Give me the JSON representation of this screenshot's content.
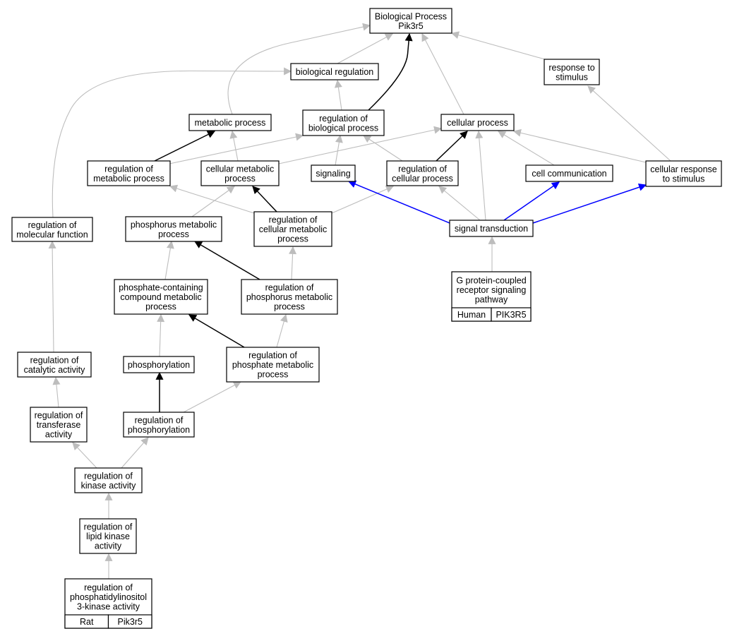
{
  "diagram": {
    "type": "directed-acyclic-graph",
    "colors": {
      "regular_edge": "#bdbdbd",
      "highlight_edge": "#000000",
      "signal_edge": "#0000ff",
      "human_fill": "#ff6347",
      "rat_fill": "#ffd700"
    },
    "nodes": [
      {
        "id": "bp",
        "label": [
          "Biological Process",
          "Pik3r5"
        ]
      },
      {
        "id": "resp",
        "label": [
          "response to",
          "stimulus"
        ]
      },
      {
        "id": "bioreg",
        "label": [
          "biological regulation"
        ]
      },
      {
        "id": "metab",
        "label": [
          "metabolic process"
        ]
      },
      {
        "id": "regbio",
        "label": [
          "regulation of",
          "biological process"
        ]
      },
      {
        "id": "cellproc",
        "label": [
          "cellular process"
        ]
      },
      {
        "id": "regmetab",
        "label": [
          "regulation of",
          "metabolic process"
        ]
      },
      {
        "id": "cellmetab",
        "label": [
          "cellular metabolic",
          "process"
        ]
      },
      {
        "id": "signaling",
        "label": [
          "signaling"
        ]
      },
      {
        "id": "regcell",
        "label": [
          "regulation of",
          "cellular process"
        ]
      },
      {
        "id": "cellcomm",
        "label": [
          "cell communication"
        ]
      },
      {
        "id": "cellresp",
        "label": [
          "cellular response",
          "to stimulus"
        ]
      },
      {
        "id": "regmolfun",
        "label": [
          "regulation of",
          "molecular function"
        ]
      },
      {
        "id": "phosmetab",
        "label": [
          "phosphorus metabolic",
          "process"
        ]
      },
      {
        "id": "regcellmetab",
        "label": [
          "regulation of",
          "cellular metabolic",
          "process"
        ]
      },
      {
        "id": "sigtrans",
        "label": [
          "signal transduction"
        ]
      },
      {
        "id": "gpcr",
        "label": [
          "G protein-coupled",
          "receptor signaling",
          "pathway"
        ],
        "tags": [
          "Human",
          "PIK3R5"
        ]
      },
      {
        "id": "phoscont",
        "label": [
          "phosphate-containing",
          "compound metabolic",
          "process"
        ]
      },
      {
        "id": "regphosmetab",
        "label": [
          "regulation of",
          "phosphorus metabolic",
          "process"
        ]
      },
      {
        "id": "regcat",
        "label": [
          "regulation of",
          "catalytic activity"
        ]
      },
      {
        "id": "phosph",
        "label": [
          "phosphorylation"
        ]
      },
      {
        "id": "regphosphatemetab",
        "label": [
          "regulation of",
          "phosphate metabolic",
          "process"
        ]
      },
      {
        "id": "regtrans",
        "label": [
          "regulation of",
          "transferase",
          "activity"
        ]
      },
      {
        "id": "regphosph",
        "label": [
          "regulation of",
          "phosphorylation"
        ]
      },
      {
        "id": "regkin",
        "label": [
          "regulation of",
          "kinase activity"
        ]
      },
      {
        "id": "reglipkin",
        "label": [
          "regulation of",
          "lipid kinase",
          "activity"
        ]
      },
      {
        "id": "regpi3k",
        "label": [
          "regulation of",
          "phosphatidylinositol",
          "3-kinase activity"
        ],
        "tags": [
          "Rat",
          "Pik3r5"
        ]
      }
    ],
    "edges": [
      {
        "from": "resp",
        "to": "bp",
        "kind": "regular"
      },
      {
        "from": "bioreg",
        "to": "bp",
        "kind": "regular"
      },
      {
        "from": "metab",
        "to": "bp",
        "kind": "regular"
      },
      {
        "from": "regbio",
        "to": "bp",
        "kind": "highlight"
      },
      {
        "from": "regbio",
        "to": "bioreg",
        "kind": "regular"
      },
      {
        "from": "cellproc",
        "to": "bp",
        "kind": "regular"
      },
      {
        "from": "regmolfun",
        "to": "bioreg",
        "kind": "regular"
      },
      {
        "from": "regmetab",
        "to": "metab",
        "kind": "highlight"
      },
      {
        "from": "regmetab",
        "to": "regbio",
        "kind": "regular"
      },
      {
        "from": "cellmetab",
        "to": "metab",
        "kind": "regular"
      },
      {
        "from": "cellmetab",
        "to": "cellproc",
        "kind": "regular"
      },
      {
        "from": "signaling",
        "to": "regbio",
        "kind": "regular"
      },
      {
        "from": "regcell",
        "to": "regbio",
        "kind": "regular"
      },
      {
        "from": "regcell",
        "to": "cellproc",
        "kind": "highlight"
      },
      {
        "from": "cellcomm",
        "to": "cellproc",
        "kind": "regular"
      },
      {
        "from": "cellresp",
        "to": "cellproc",
        "kind": "regular"
      },
      {
        "from": "cellresp",
        "to": "resp",
        "kind": "regular"
      },
      {
        "from": "regcellmetab",
        "to": "regmetab",
        "kind": "regular"
      },
      {
        "from": "regcellmetab",
        "to": "cellmetab",
        "kind": "highlight"
      },
      {
        "from": "regcellmetab",
        "to": "regcell",
        "kind": "regular"
      },
      {
        "from": "phosmetab",
        "to": "cellmetab",
        "kind": "regular"
      },
      {
        "from": "sigtrans",
        "to": "signaling",
        "kind": "signal"
      },
      {
        "from": "sigtrans",
        "to": "regcell",
        "kind": "regular"
      },
      {
        "from": "sigtrans",
        "to": "cellproc",
        "kind": "regular"
      },
      {
        "from": "sigtrans",
        "to": "cellcomm",
        "kind": "signal"
      },
      {
        "from": "sigtrans",
        "to": "cellresp",
        "kind": "signal"
      },
      {
        "from": "gpcr",
        "to": "sigtrans",
        "kind": "regular"
      },
      {
        "from": "phoscont",
        "to": "phosmetab",
        "kind": "regular"
      },
      {
        "from": "regphosmetab",
        "to": "phosmetab",
        "kind": "highlight"
      },
      {
        "from": "regphosmetab",
        "to": "regcellmetab",
        "kind": "regular"
      },
      {
        "from": "regcat",
        "to": "regmolfun",
        "kind": "regular"
      },
      {
        "from": "phosph",
        "to": "phoscont",
        "kind": "regular"
      },
      {
        "from": "regphosphatemetab",
        "to": "phoscont",
        "kind": "highlight"
      },
      {
        "from": "regphosphatemetab",
        "to": "regphosmetab",
        "kind": "regular"
      },
      {
        "from": "regtrans",
        "to": "regcat",
        "kind": "regular"
      },
      {
        "from": "regphosph",
        "to": "phosph",
        "kind": "highlight"
      },
      {
        "from": "regphosph",
        "to": "regphosphatemetab",
        "kind": "regular"
      },
      {
        "from": "regkin",
        "to": "regtrans",
        "kind": "regular"
      },
      {
        "from": "regkin",
        "to": "regphosph",
        "kind": "regular"
      },
      {
        "from": "reglipkin",
        "to": "regkin",
        "kind": "regular"
      },
      {
        "from": "regpi3k",
        "to": "reglipkin",
        "kind": "regular"
      }
    ]
  }
}
